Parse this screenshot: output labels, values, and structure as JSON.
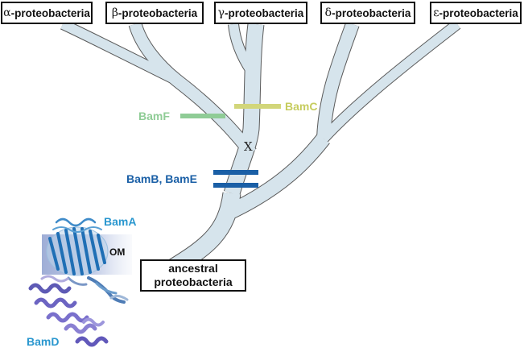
{
  "taxa": [
    {
      "greek": "α",
      "name": "-proteobacteria"
    },
    {
      "greek": "β",
      "name": "-proteobacteria"
    },
    {
      "greek": "γ",
      "name": "-proteobacteria"
    },
    {
      "greek": "δ",
      "name": "-proteobacteria"
    },
    {
      "greek": "ε",
      "name": "-proteobacteria"
    }
  ],
  "root": {
    "line1": "ancestral",
    "line2": "proteobacteria"
  },
  "markers": {
    "bamf": {
      "label": "BamF",
      "color": "#8fcc96"
    },
    "bamc": {
      "label": "BamC",
      "color": "#d2d67a"
    },
    "bambe": {
      "label": "BamB, BamE",
      "color": "#1a5fa6"
    },
    "loss": {
      "label": "X"
    }
  },
  "protein": {
    "bama": "BamA",
    "bamd": "BamD",
    "membrane": "OM",
    "bama_color": "#2a97cf",
    "bamd_color": "#2a97cf"
  },
  "branch_color": "#d6e4ec",
  "branch_outline": "#5a5a5a"
}
